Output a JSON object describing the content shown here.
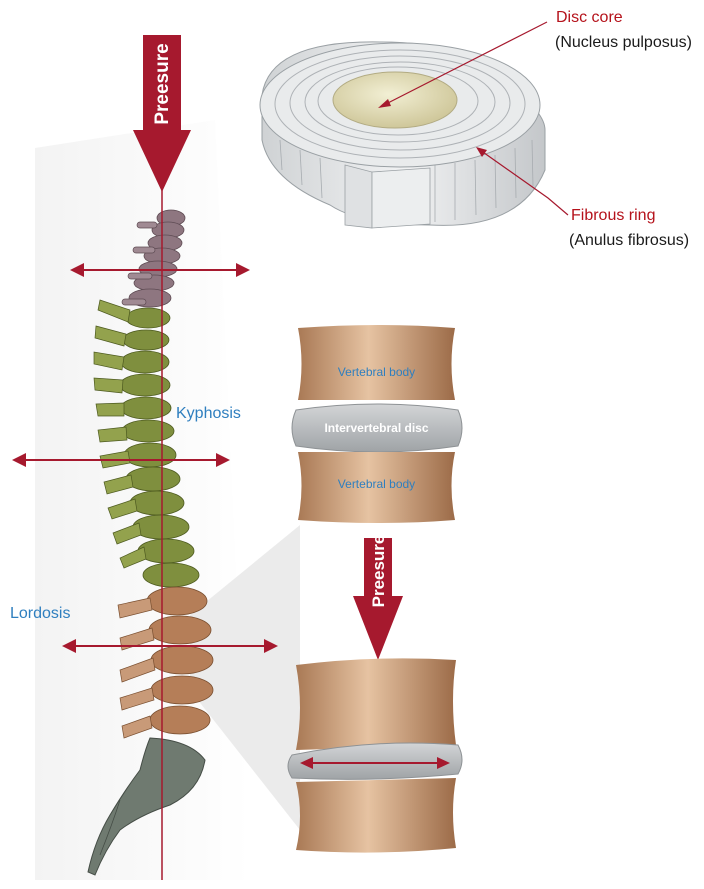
{
  "labels": {
    "pressure_top": "Preesure",
    "pressure_mid": "Preesure",
    "disc_core": "Disc core",
    "disc_core_latin": "(Nucleus pulposus)",
    "fibrous_ring": "Fibrous ring",
    "fibrous_ring_latin": "(Anulus fibrosus)",
    "kyphosis": "Kyphosis",
    "lordosis": "Lordosis",
    "vertebral_body_top": "Vertebral body",
    "intervertebral_disc": "Intervertebral disc",
    "vertebral_body_bottom": "Vertebral body"
  },
  "colors": {
    "arrow_red": "#a6192e",
    "label_red": "#b5121b",
    "label_blue": "#2f7fbf",
    "cervical": "#8e7680",
    "thoracic": "#7a8a3a",
    "lumbar": "#b07a55",
    "sacrum": "#6f7a70",
    "vertebra_body": "#c59a73",
    "disc_gray": "#b9bcbf"
  }
}
